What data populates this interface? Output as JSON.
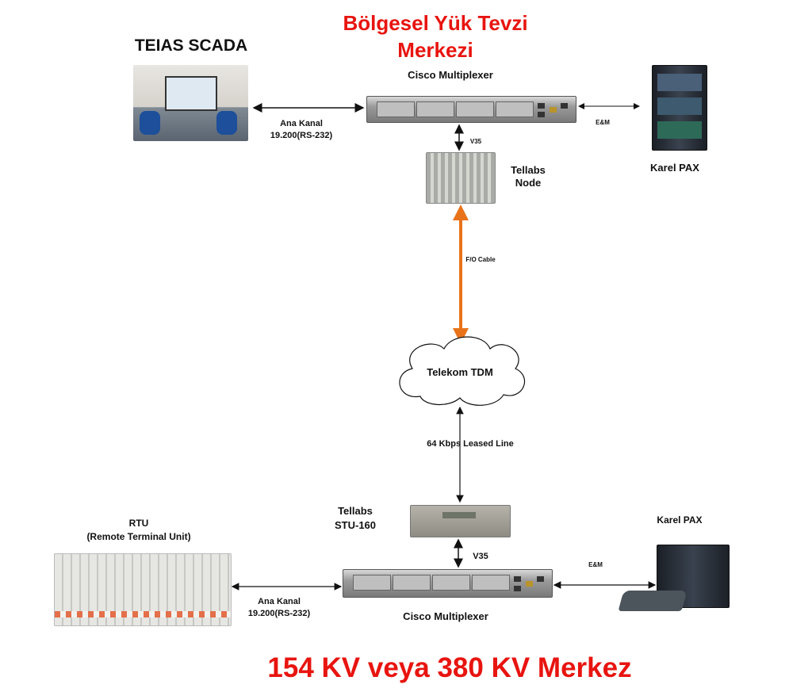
{
  "title": {
    "line1": "Bölgesel Yük Tevzi",
    "line2": "Merkezi"
  },
  "footer": "154 KV veya 380 KV Merkez",
  "top": {
    "scada_label": "TEIAS SCADA",
    "cisco_label": "Cisco Multiplexer",
    "link_scada": {
      "line1": "Ana Kanal",
      "line2": "19.200(RS-232)"
    },
    "link_pax": "E&M",
    "pax_label": "Karel PAX",
    "v35": "V35",
    "tellabs_node": {
      "line1": "Tellabs",
      "line2": "Node"
    },
    "fo_cable": "F/O Cable"
  },
  "cloud_label": "Telekom TDM",
  "leased_line": "64 Kbps Leased Line",
  "bottom": {
    "stu": {
      "line1": "Tellabs",
      "line2": "STU-160"
    },
    "v35": "V35",
    "rtu": {
      "line1": "RTU",
      "line2": "(Remote Terminal Unit)"
    },
    "link_rtu": {
      "line1": "Ana Kanal",
      "line2": "19.200(RS-232)"
    },
    "link_pax": "E&M",
    "pax_label": "Karel PAX",
    "cisco_label": "Cisco Multiplexer"
  },
  "colors": {
    "title": "#e8140f",
    "fiber": "#e8731a"
  }
}
